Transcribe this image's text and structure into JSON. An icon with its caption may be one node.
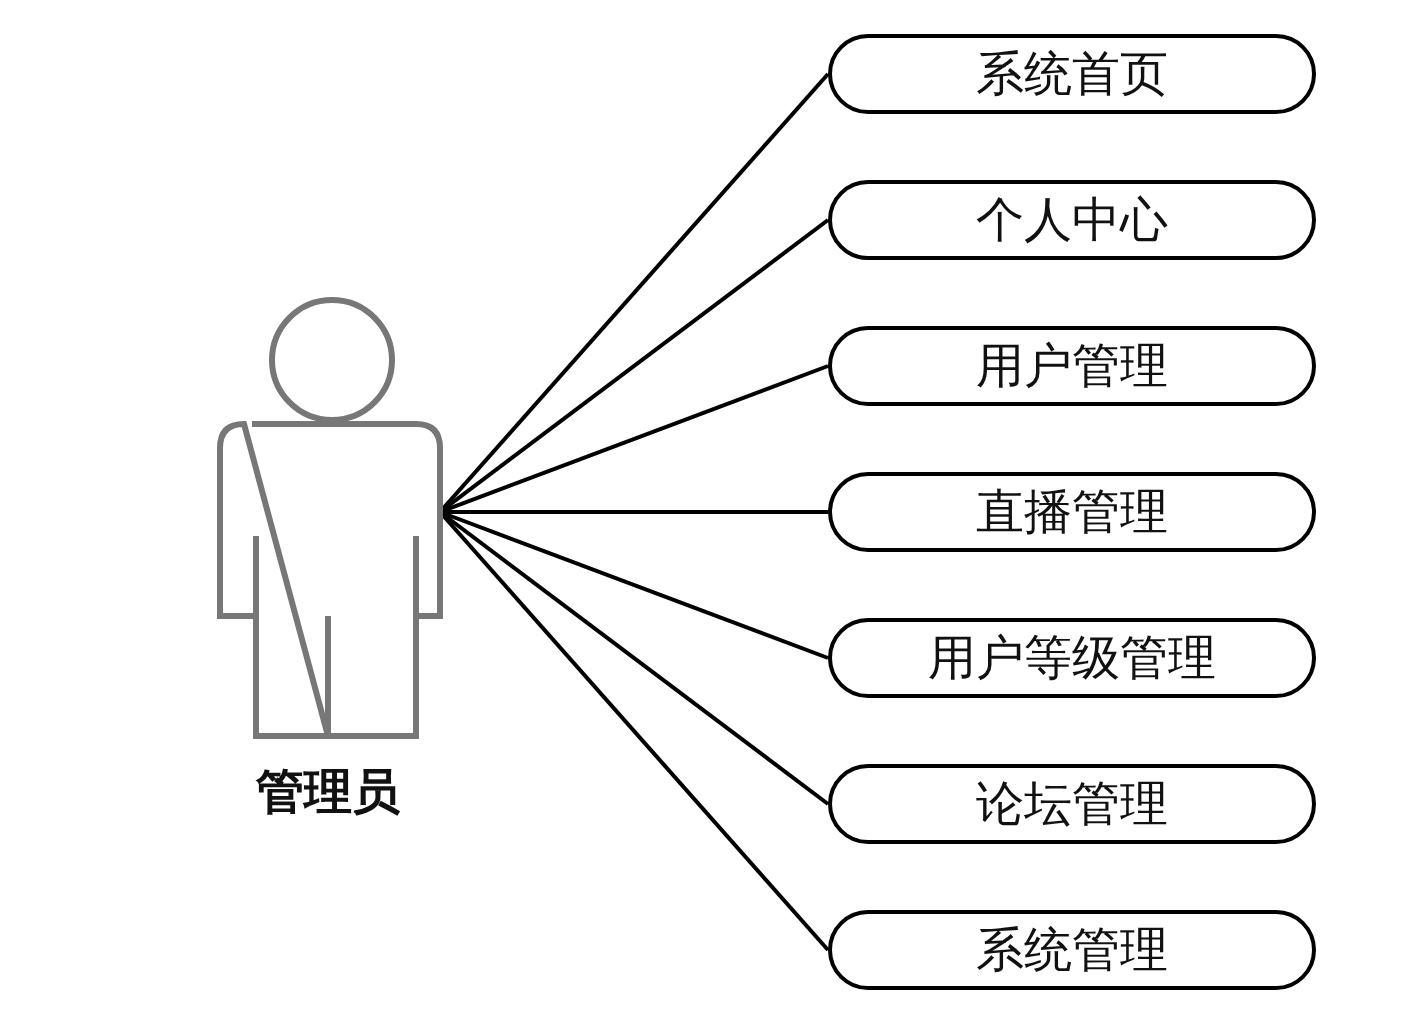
{
  "diagram": {
    "nodes": [
      {
        "text": [
          "管理员"
        ]
      },
      {
        "text": [
          "系统首页"
        ]
      },
      {
        "text": [
          "个人中心"
        ]
      },
      {
        "text": [
          "用户管理"
        ]
      },
      {
        "text": [
          "直播管理"
        ]
      },
      {
        "text": [
          "用户等级管理"
        ]
      },
      {
        "text": [
          "论坛管理"
        ]
      },
      {
        "text": [
          "系统管理"
        ]
      }
    ],
    "edges": [
      {
        "from": 0,
        "to": 1,
        "arrow": "none"
      },
      {
        "from": 0,
        "to": 2,
        "arrow": "none"
      },
      {
        "from": 0,
        "to": 3,
        "arrow": "none"
      },
      {
        "from": 0,
        "to": 4,
        "arrow": "none"
      },
      {
        "from": 0,
        "to": 5,
        "arrow": "none"
      },
      {
        "from": 0,
        "to": 6,
        "arrow": "none"
      },
      {
        "from": 0,
        "to": 7,
        "arrow": "none"
      }
    ]
  }
}
